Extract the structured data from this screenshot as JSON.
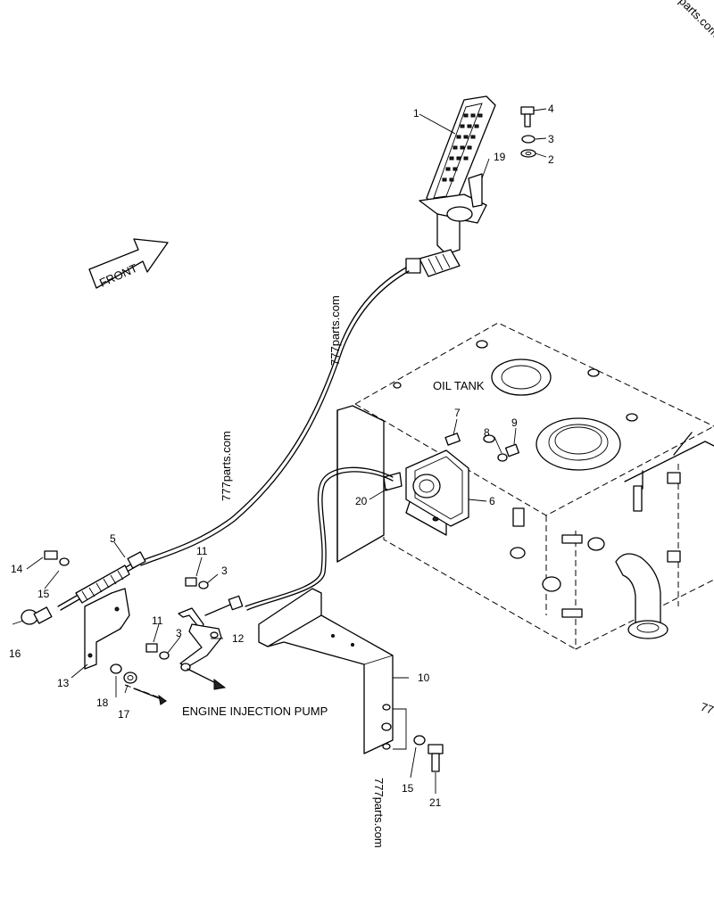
{
  "labels": {
    "oil_tank": "OIL TANK",
    "engine_pump": "ENGINE INJECTION PUMP",
    "front": "FRONT"
  },
  "watermarks": [
    "777parts.com",
    "777parts.com",
    "777parts.com",
    "777",
    "parts.com"
  ],
  "callouts": {
    "c1": "1",
    "c2": "2",
    "c3a": "3",
    "c4": "4",
    "c19": "19",
    "c5": "5",
    "c6": "6",
    "c7": "7",
    "c8": "8",
    "c9": "9",
    "c10": "10",
    "c11a": "11",
    "c3b": "3",
    "c11b": "11",
    "c3c": "3",
    "c12": "12",
    "c13": "13",
    "c14": "14",
    "c15a": "15",
    "c16": "16",
    "c17": "17",
    "c18": "18",
    "c20": "20",
    "c15b": "15",
    "c21": "21"
  }
}
